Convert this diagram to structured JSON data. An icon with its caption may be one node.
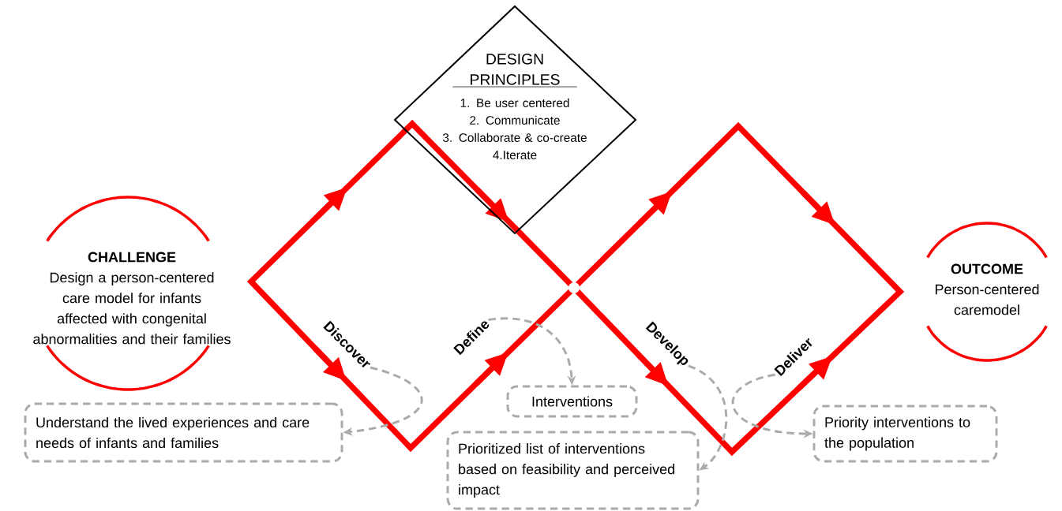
{
  "diagram": {
    "nodes": [
      {
        "text": [
          "CHALLENGE",
          "Design a person-centered care model for infants affected with congenital abnormalities and their families"
        ]
      },
      {
        "text": [
          "DESIGN PRINCIPLES",
          "1. Be user centered",
          "2. Communicate",
          "3. Collaborate & co-create",
          "4.Iterate"
        ]
      },
      {
        "text": [
          "OUTCOME",
          "Person-centered caremodel"
        ]
      },
      {
        "text": [
          "Discover"
        ]
      },
      {
        "text": [
          "Define"
        ]
      },
      {
        "text": [
          "Develop"
        ]
      },
      {
        "text": [
          "Deliver"
        ]
      },
      {
        "text": [
          "Interventions"
        ]
      },
      {
        "text": [
          "Understand the lived experiences and care needs of infants and families"
        ]
      },
      {
        "text": [
          "Priority interventions to the population"
        ]
      },
      {
        "text": [
          "Prioritized list of interventions based on feasibility and perceived impact"
        ]
      }
    ],
    "edges": [
      {
        "from": 3,
        "to": 8,
        "arrow": "to",
        "style": "dashed"
      },
      {
        "from": 4,
        "to": 7,
        "arrow": "to",
        "style": "dashed"
      },
      {
        "from": 5,
        "to": 10,
        "arrow": "to",
        "style": "dashed"
      },
      {
        "from": 6,
        "to": 9,
        "arrow": "to",
        "style": "dashed"
      }
    ]
  }
}
